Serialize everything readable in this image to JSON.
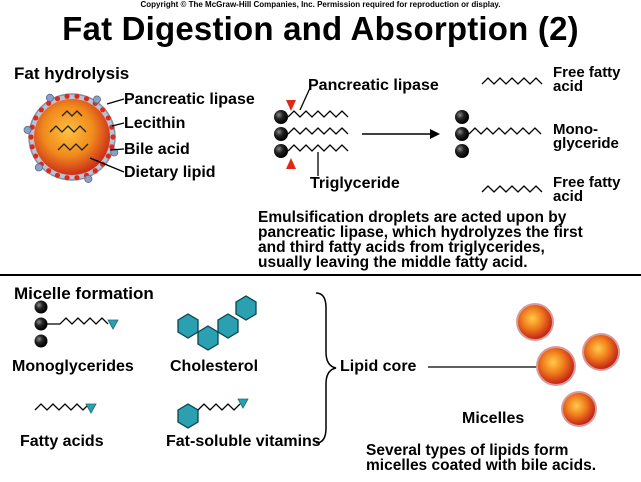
{
  "copyright": "Copyright © The McGraw-Hill Companies, Inc. Permission required for reproduction or display.",
  "title": "Fat Digestion and Absorption (2)",
  "hydrolysis": {
    "heading": "Fat hydrolysis",
    "droplet_labels": [
      "Pancreatic lipase",
      "Lecithin",
      "Bile acid",
      "Dietary lipid"
    ],
    "lipase_label": "Pancreatic lipase",
    "triglyceride_label": "Triglyceride",
    "products": [
      {
        "line1": "Free fatty",
        "line2": "acid"
      },
      {
        "line1": "Mono-",
        "line2": "glyceride"
      },
      {
        "line1": "Free fatty",
        "line2": "acid"
      }
    ],
    "description": [
      "Emulsification droplets are acted upon by",
      "pancreatic lipase, which hydrolyzes the first",
      "and third fatty acids from triglycerides,",
      "usually leaving the middle fatty acid."
    ]
  },
  "micelle": {
    "heading": "Micelle formation",
    "items": [
      "Monoglycerides",
      "Cholesterol",
      "Fatty acids",
      "Fat-soluble vitamins"
    ],
    "core_label": "Lipid core",
    "micelles_label": "Micelles",
    "description": [
      "Several types of lipids form",
      "micelles coated with bile acids."
    ]
  },
  "colors": {
    "droplet_core": "#f08a1c",
    "droplet_edge": "#c8281a",
    "lipase_red": "#e02818",
    "bile_blue": "#8aa2c8",
    "teal": "#2aa0b0",
    "glycerol": "#111111"
  }
}
